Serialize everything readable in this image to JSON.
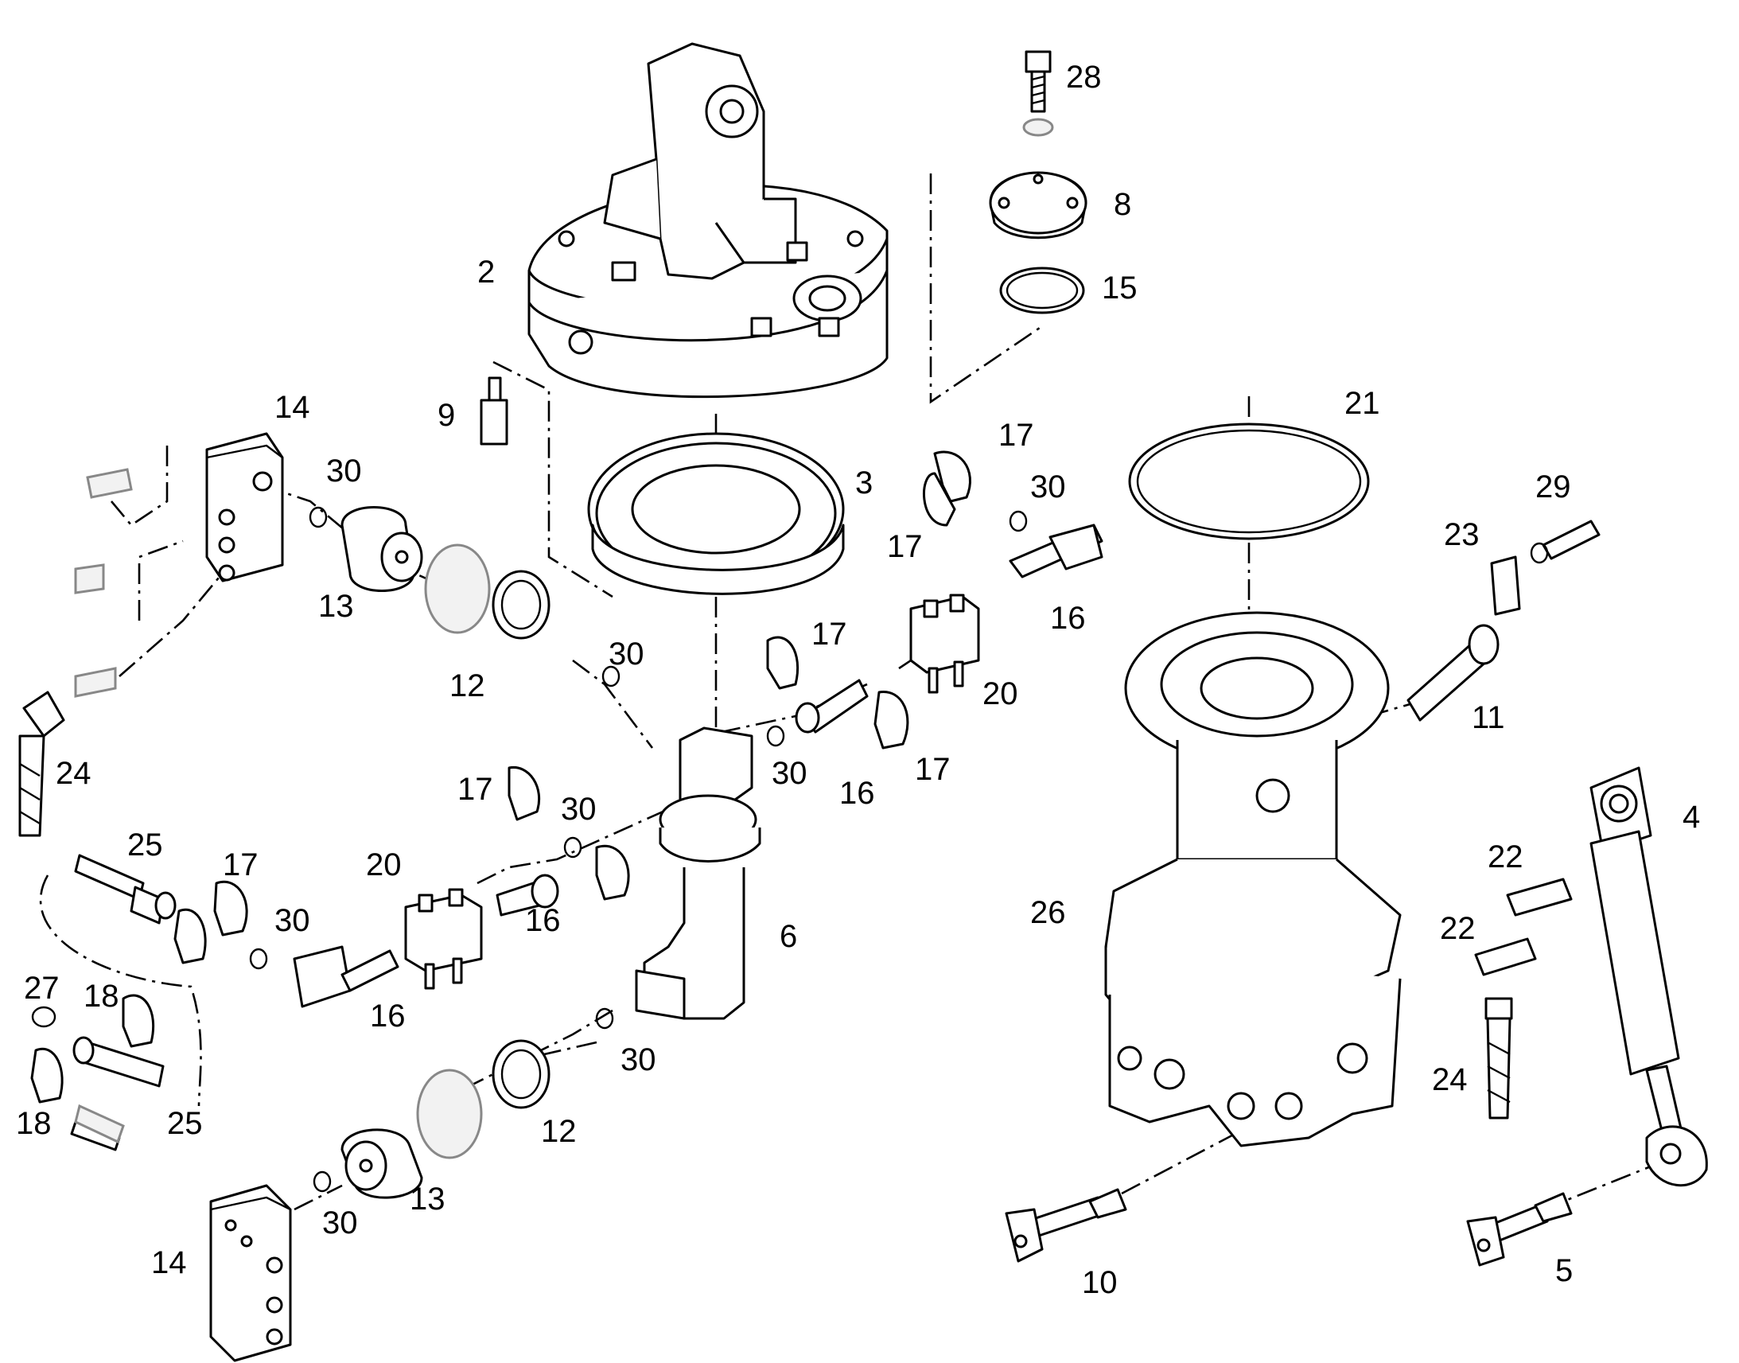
{
  "labels": [
    "28",
    "8",
    "15",
    "2",
    "9",
    "14",
    "30",
    "13",
    "12",
    "3",
    "17",
    "30",
    "17",
    "16",
    "21",
    "29",
    "23",
    "17",
    "20",
    "30",
    "11",
    "24",
    "30",
    "16",
    "17",
    "4",
    "25",
    "17",
    "20",
    "30",
    "17",
    "30",
    "16",
    "22",
    "26",
    "22",
    "6",
    "30",
    "16",
    "27",
    "18",
    "24",
    "25",
    "18",
    "30",
    "12",
    "13",
    "14",
    "10",
    "5"
  ]
}
